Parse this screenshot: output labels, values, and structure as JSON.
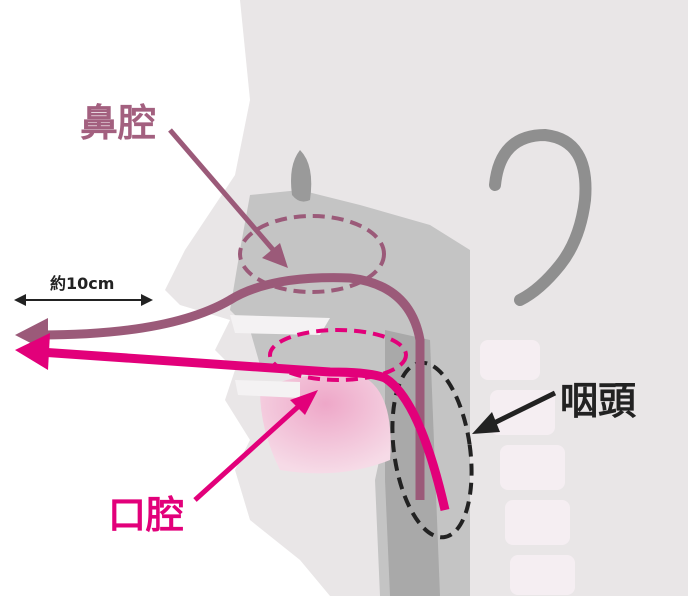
{
  "labels": {
    "nasal_cavity": "鼻腔",
    "oral_cavity": "口腔",
    "pharynx": "咽頭",
    "scale": "約10cm"
  },
  "colors": {
    "nasal": "#9b5a79",
    "oral": "#e2007a",
    "head": "#e9e6e7",
    "inner": "#c4c4c4",
    "dark": "#9a9a9a"
  }
}
